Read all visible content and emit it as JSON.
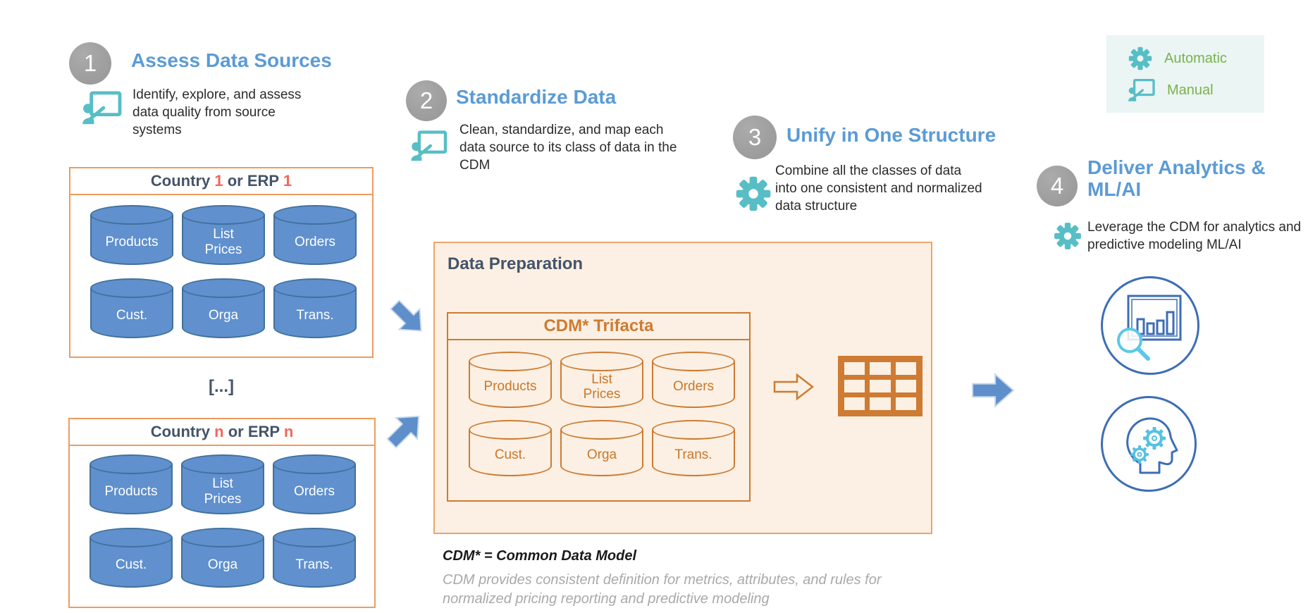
{
  "steps": [
    {
      "number": "1",
      "title": "Assess Data Sources",
      "description": "Identify, explore, and assess data quality from source systems",
      "mode": "manual"
    },
    {
      "number": "2",
      "title": "Standardize Data",
      "description": "Clean, standardize, and map each data source to its class of data in the CDM",
      "mode": "manual"
    },
    {
      "number": "3",
      "title": "Unify in One Structure",
      "description": "Combine all the classes of data into one consistent and normalized data structure",
      "mode": "automatic"
    },
    {
      "number": "4",
      "title": "Deliver Analytics & ML/AI",
      "description": "Leverage the CDM for analytics and predictive modeling ML/AI",
      "mode": "automatic"
    }
  ],
  "legend": {
    "automatic": "Automatic",
    "manual": "Manual"
  },
  "source_boxes": [
    {
      "title": {
        "prefix": "Country ",
        "num1": "1",
        "mid": " or ERP ",
        "num2": "1"
      },
      "databases": [
        "Products",
        "List Prices",
        "Orders",
        "Cust.",
        "Orga",
        "Trans."
      ]
    },
    {
      "title": {
        "prefix": "Country ",
        "num1": "n",
        "mid": " or ERP ",
        "num2": "n"
      },
      "databases": [
        "Products",
        "List Prices",
        "Orders",
        "Cust.",
        "Orga",
        "Trans."
      ]
    }
  ],
  "ellipsis": "[...]",
  "data_preparation": {
    "title": "Data Preparation",
    "cdm_title": "CDM* Trifacta",
    "databases": [
      "Products",
      "List Prices",
      "Orders",
      "Cust.",
      "Orga",
      "Trans."
    ]
  },
  "footnote": {
    "bold": "CDM* = Common Data Model",
    "line1": "CDM provides consistent definition for metrics, attributes, and rules for",
    "line2": "normalized pricing reporting and predictive modeling"
  },
  "colors": {
    "step_title_blue": "#5B9BD5",
    "navy_text": "#44546A",
    "red_accent": "#F4655C",
    "orange_border": "#ED9C5F",
    "orange_dark": "#CE7B33",
    "cream_bg": "#FBF0E3",
    "cylinder_blue": "#6090CD",
    "cylinder_blue_border": "#41719C",
    "teal_icon": "#57BEC5",
    "light_blue_icon": "#56C1E1",
    "legend_green": "#7CB14C",
    "legend_bg": "#EAF5F4",
    "circle_icon_blue": "#3D6EB5",
    "step_circle_gray": "#9C9C9C",
    "note_gray": "#A9A9A9"
  }
}
